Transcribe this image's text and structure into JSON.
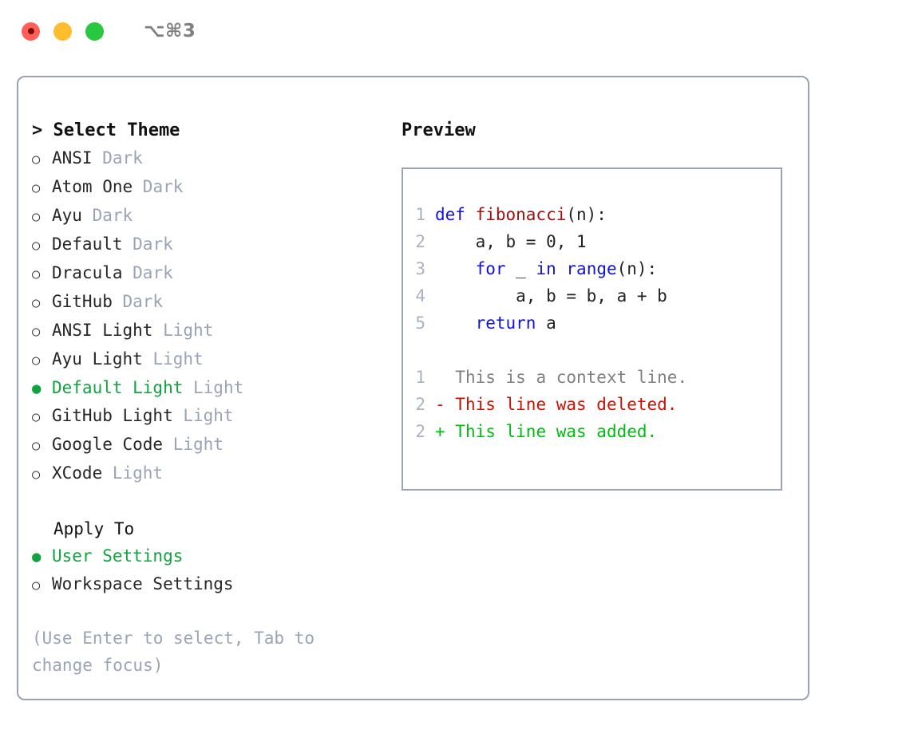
{
  "titlebar": {
    "shortcut": "⌥⌘3",
    "buttons": [
      "close",
      "minimize",
      "zoom"
    ]
  },
  "theme_panel": {
    "header": "> Select Theme",
    "items": [
      {
        "label": "ANSI",
        "tag": "Dark",
        "selected": false
      },
      {
        "label": "Atom One",
        "tag": "Dark",
        "selected": false
      },
      {
        "label": "Ayu",
        "tag": "Dark",
        "selected": false
      },
      {
        "label": "Default",
        "tag": "Dark",
        "selected": false
      },
      {
        "label": "Dracula",
        "tag": "Dark",
        "selected": false
      },
      {
        "label": "GitHub",
        "tag": "Dark",
        "selected": false
      },
      {
        "label": "ANSI Light",
        "tag": "Light",
        "selected": false
      },
      {
        "label": "Ayu Light",
        "tag": "Light",
        "selected": false
      },
      {
        "label": "Default Light",
        "tag": "Light",
        "selected": true
      },
      {
        "label": "GitHub Light",
        "tag": "Light",
        "selected": false
      },
      {
        "label": "Google Code",
        "tag": "Light",
        "selected": false
      },
      {
        "label": "XCode",
        "tag": "Light",
        "selected": false
      }
    ],
    "apply_to": {
      "title": "Apply To",
      "options": [
        {
          "label": "User Settings",
          "selected": true
        },
        {
          "label": "Workspace Settings",
          "selected": false
        }
      ]
    },
    "help": "(Use Enter to select, Tab to change focus)",
    "bullet_empty": "○",
    "bullet_filled": "●"
  },
  "preview": {
    "title": "Preview",
    "code": [
      {
        "num": "1",
        "tokens": [
          {
            "t": "def ",
            "c": "kw"
          },
          {
            "t": "fibonacci",
            "c": "fn"
          },
          {
            "t": "(n):",
            "c": "code-body"
          }
        ]
      },
      {
        "num": "2",
        "tokens": [
          {
            "t": "    a, b = 0, 1",
            "c": "code-body"
          }
        ]
      },
      {
        "num": "3",
        "tokens": [
          {
            "t": "    ",
            "c": "code-body"
          },
          {
            "t": "for",
            "c": "kw"
          },
          {
            "t": " _ ",
            "c": "code-body"
          },
          {
            "t": "in",
            "c": "kw"
          },
          {
            "t": " ",
            "c": "code-body"
          },
          {
            "t": "range",
            "c": "kw"
          },
          {
            "t": "(n):",
            "c": "code-body"
          }
        ]
      },
      {
        "num": "4",
        "tokens": [
          {
            "t": "        a, b = b, a + b",
            "c": "code-body"
          }
        ]
      },
      {
        "num": "5",
        "tokens": [
          {
            "t": "    ",
            "c": "code-body"
          },
          {
            "t": "return",
            "c": "kw"
          },
          {
            "t": " a",
            "c": "code-body"
          }
        ]
      }
    ],
    "diff": [
      {
        "num": "1",
        "marker": " ",
        "text": " This is a context line.",
        "kind": "diff-ctx"
      },
      {
        "num": "2",
        "marker": "-",
        "text": " This line was deleted.",
        "kind": "diff-del"
      },
      {
        "num": "2",
        "marker": "+",
        "text": " This line was added.",
        "kind": "diff-add"
      }
    ]
  },
  "colors": {
    "accent_green": "#11a33f",
    "diff_add": "#00bb11",
    "diff_del": "#cc1100",
    "keyword_blue": "#1111dd",
    "function_red": "#a01010",
    "border": "#9aa3b5",
    "muted": "#9aa3b5"
  }
}
